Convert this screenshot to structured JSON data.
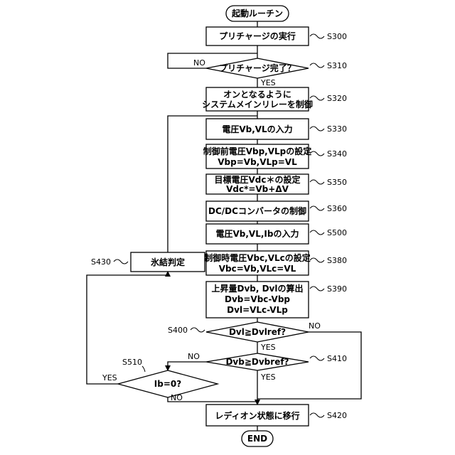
{
  "terminals": {
    "start": "起動ルーチン",
    "end": "END"
  },
  "steps": {
    "s300": {
      "id": "S300",
      "lines": [
        "プリチャージの実行"
      ]
    },
    "s310": {
      "id": "S310",
      "lines": [
        "プリチャージ完了？"
      ]
    },
    "s320": {
      "id": "S320",
      "lines": [
        "オンとなるように",
        "システムメインリレーを制御"
      ]
    },
    "s330": {
      "id": "S330",
      "lines": [
        "電圧Vb,VLの入力"
      ]
    },
    "s340": {
      "id": "S340",
      "lines": [
        "制御前電圧Vbp,VLpの設定",
        "Vbp=Vb,VLp=VL"
      ]
    },
    "s350": {
      "id": "S350",
      "lines": [
        "目標電圧Vdc＊の設定",
        "Vdc*=Vb+ΔV"
      ]
    },
    "s360": {
      "id": "S360",
      "lines": [
        "DC/DCコンバータの制御"
      ]
    },
    "s500": {
      "id": "S500",
      "lines": [
        "電圧Vb,VL,Ibの入力"
      ]
    },
    "s380": {
      "id": "S380",
      "lines": [
        "制御時電圧Vbc,VLcの設定",
        "Vbc=Vb,VLc=VL"
      ]
    },
    "s390": {
      "id": "S390",
      "lines": [
        "上昇量Dvb, Dvlの算出",
        "Dvb=Vbc-Vbp",
        "Dvl=VLc-VLp"
      ]
    },
    "s400": {
      "id": "S400",
      "lines": [
        "Dvl≧Dvlref?"
      ]
    },
    "s410": {
      "id": "S410",
      "lines": [
        "Dvb≧Dvbref?"
      ]
    },
    "s510": {
      "id": "S510",
      "lines": [
        "Ib=0?"
      ]
    },
    "s420": {
      "id": "S420",
      "lines": [
        "レディオン状態に移行"
      ]
    },
    "s430": {
      "id": "S430",
      "lines": [
        "氷結判定"
      ]
    }
  },
  "branches": {
    "yes": "YES",
    "no": "NO"
  }
}
